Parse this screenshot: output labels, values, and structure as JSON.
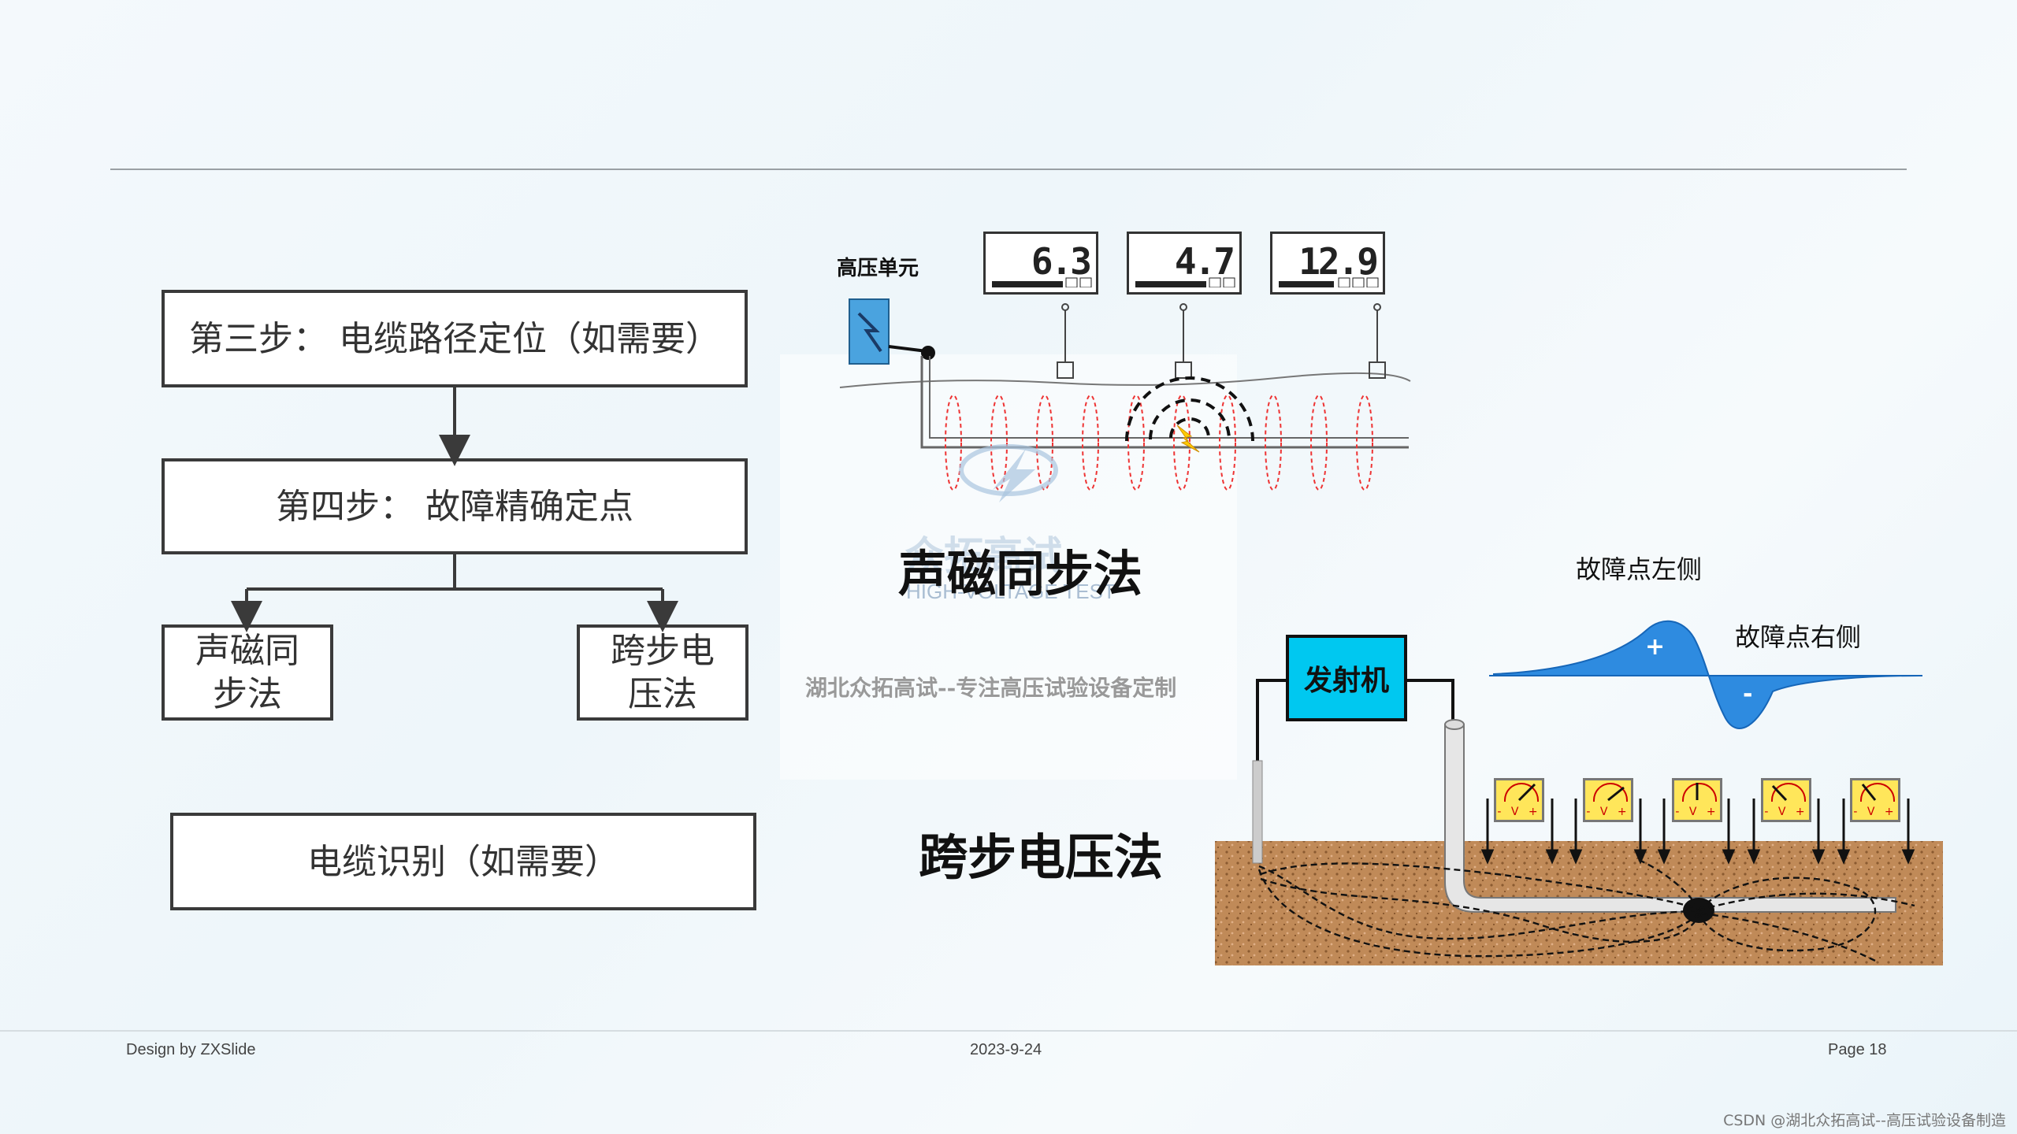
{
  "flowchart": {
    "step3": "第三步： 电缆路径定位（如需要）",
    "step4": "第四步： 故障精确定点",
    "method_left": "声磁同步法",
    "method_right": "跨步电压法",
    "cable_id": "电缆识别（如需要）"
  },
  "acoustic": {
    "hv_unit_label": "高压单元",
    "readings": [
      "6.3",
      "4.7",
      "12.9"
    ],
    "title": "声磁同步法"
  },
  "watermark": {
    "brand": "众拓高试",
    "english": "HIGH-VOLTAGE TEST",
    "slogan": "湖北众拓高试--专注高压试验设备定制"
  },
  "step_voltage": {
    "title": "跨步电压法",
    "transmitter": "发射机",
    "left_side": "故障点左侧",
    "right_side": "故障点右侧",
    "plus": "+",
    "minus": "-",
    "gauge_symbols": [
      "- V +",
      "- V +",
      "- V +",
      "- V +",
      "- V +"
    ],
    "wave_color": "#2e8be0",
    "transmitter_color": "#00c8f0"
  },
  "footer": {
    "design": "Design by ZXSlide",
    "date": "2023-9-24",
    "page": "Page 18",
    "credit": "CSDN @湖北众拓高试--高压试验设备制造"
  }
}
